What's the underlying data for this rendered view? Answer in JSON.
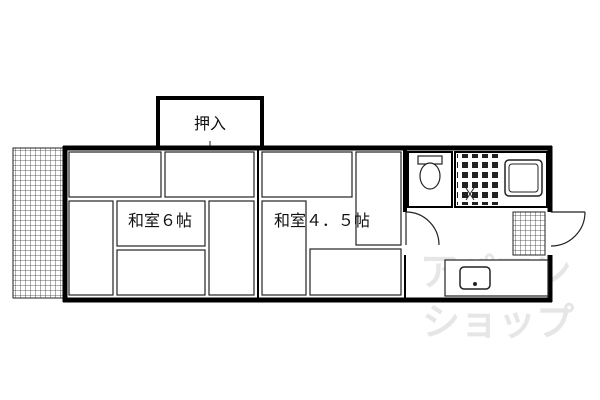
{
  "diagram": {
    "type": "floor-plan",
    "labels": {
      "closet": "押入",
      "room_left": "和室６帖",
      "room_right": "和室４．５帖"
    },
    "watermark": {
      "line1": "アパマン",
      "line2": "ショップ"
    },
    "colors": {
      "wall": "#000000",
      "line": "#222222",
      "background": "#ffffff",
      "watermark": "#e6e6e6"
    }
  }
}
